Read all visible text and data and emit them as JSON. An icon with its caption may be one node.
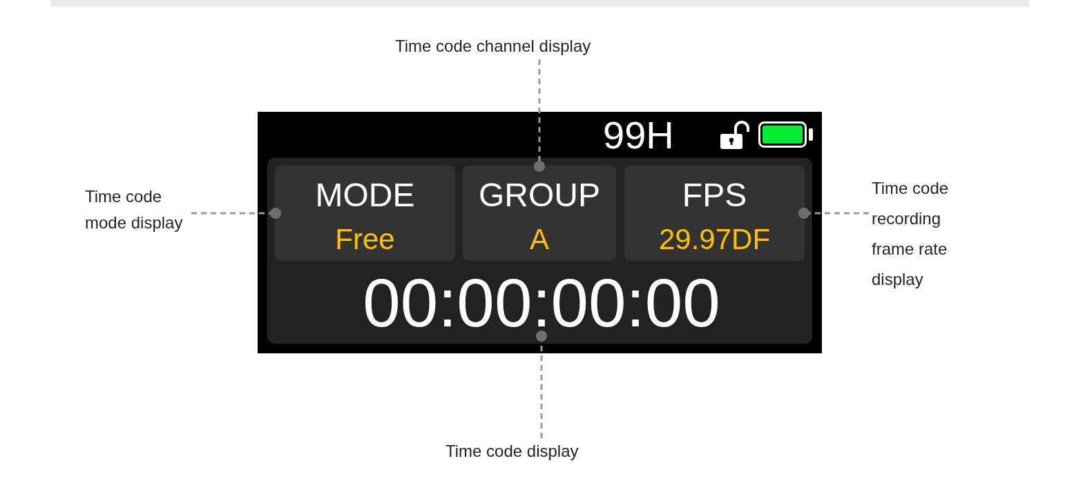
{
  "diagram": {
    "nodes": [
      {
        "text": [
          "Time code channel display"
        ]
      },
      {
        "text": [
          "Time code mode display"
        ]
      },
      {
        "text": [
          "99H"
        ]
      },
      {
        "text": [],
        "shape": "box",
        "in": 2
      },
      {
        "text": [
          "MODE",
          "Free"
        ],
        "in": 3
      },
      {
        "text": [
          "GROUP",
          "A"
        ],
        "in": 3
      },
      {
        "text": [
          "FPS",
          "29.97DF"
        ],
        "in": 3
      },
      {
        "text": [
          "00:00:00:00"
        ],
        "in": 3
      },
      {
        "text": [
          "Time code recording frame rate display"
        ]
      },
      {
        "text": [
          "Time code display"
        ]
      }
    ],
    "edges": [
      {
        "from": 0,
        "to": 5,
        "arrow": "other",
        "style": "dashed"
      },
      {
        "from": 1,
        "to": 4,
        "arrow": "other",
        "style": "dashed"
      },
      {
        "from": 8,
        "to": 6,
        "arrow": "other",
        "style": "dashed"
      },
      {
        "from": 9,
        "to": 7,
        "arrow": "other",
        "style": "dashed"
      }
    ]
  }
}
